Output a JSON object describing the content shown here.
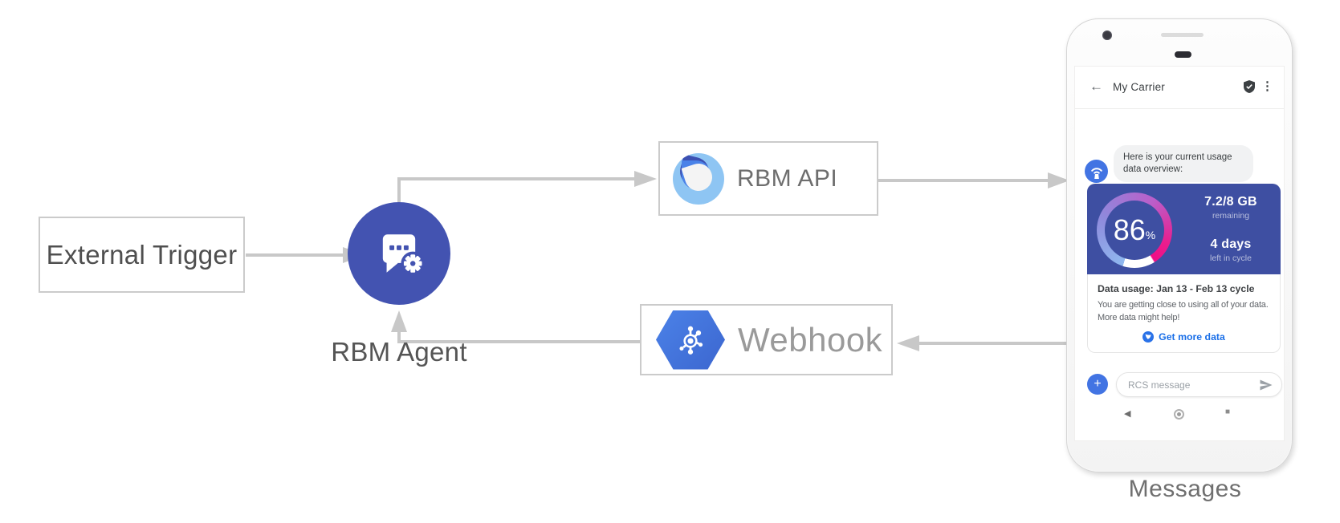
{
  "diagram": {
    "nodes": {
      "external_trigger": "External Trigger",
      "rbm_agent": "RBM Agent",
      "rbm_api": "RBM API",
      "webhook": "Webhook"
    },
    "caption": "Messages"
  },
  "phone": {
    "status_icons": [
      "▪",
      "●",
      "▾"
    ],
    "header": {
      "back_glyph": "←",
      "title": "My Carrier",
      "menu_glyph": "⋮"
    },
    "chat": {
      "agent_message": "Here is your current usage data overview:"
    },
    "usage_card": {
      "percent": "86",
      "percent_sign": "%",
      "remaining_value": "7.2/8 GB",
      "remaining_label": "remaining",
      "cycle_value": "4 days",
      "cycle_label": "left in cycle"
    },
    "details_card": {
      "title": "Data usage: Jan 13 - Feb 13 cycle",
      "line1": "You are getting close to using all of your data.",
      "line2": "More data might help!",
      "cta_label": "Get more data"
    },
    "composer": {
      "placeholder": "RCS message",
      "plus_glyph": "+"
    },
    "nav": {
      "back_glyph": "◀",
      "square_glyph": "■"
    }
  },
  "colors": {
    "agent_indigo": "#4353b1",
    "card_blue": "#3e4fa2",
    "chat_blue": "#4274e3",
    "link_blue": "#1a6fe8",
    "arrow_gray": "#c8c8c8",
    "gauge_gradient": [
      "#8fb8ef",
      "#8f89dc",
      "#bb5ec9",
      "#ea1d8d"
    ],
    "gauge_remaining": "#ffffff"
  }
}
